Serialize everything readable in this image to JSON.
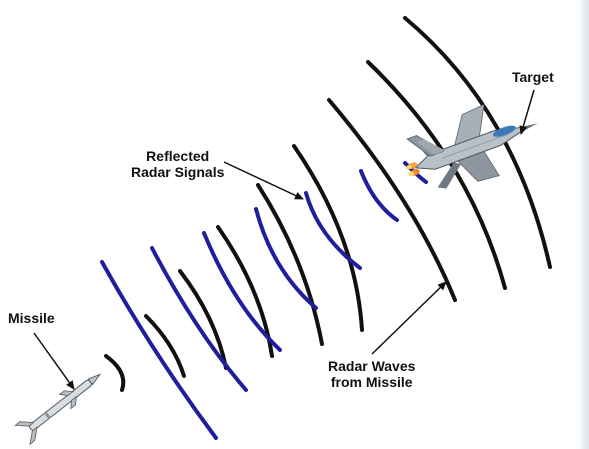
{
  "labels": {
    "target": "Target",
    "reflected": "Reflected\nRadar Signals",
    "missile": "Missile",
    "waves": "Radar Waves\nfrom Missile"
  },
  "colors": {
    "outgoing_wave": "#111111",
    "reflected_wave": "#1f1f9e",
    "arrow": "#111111",
    "aircraft_body": "#9aa3ab",
    "missile_body": "#d9dde0"
  },
  "icons": {
    "aircraft": "fighter-jet-icon",
    "missile": "missile-icon"
  }
}
